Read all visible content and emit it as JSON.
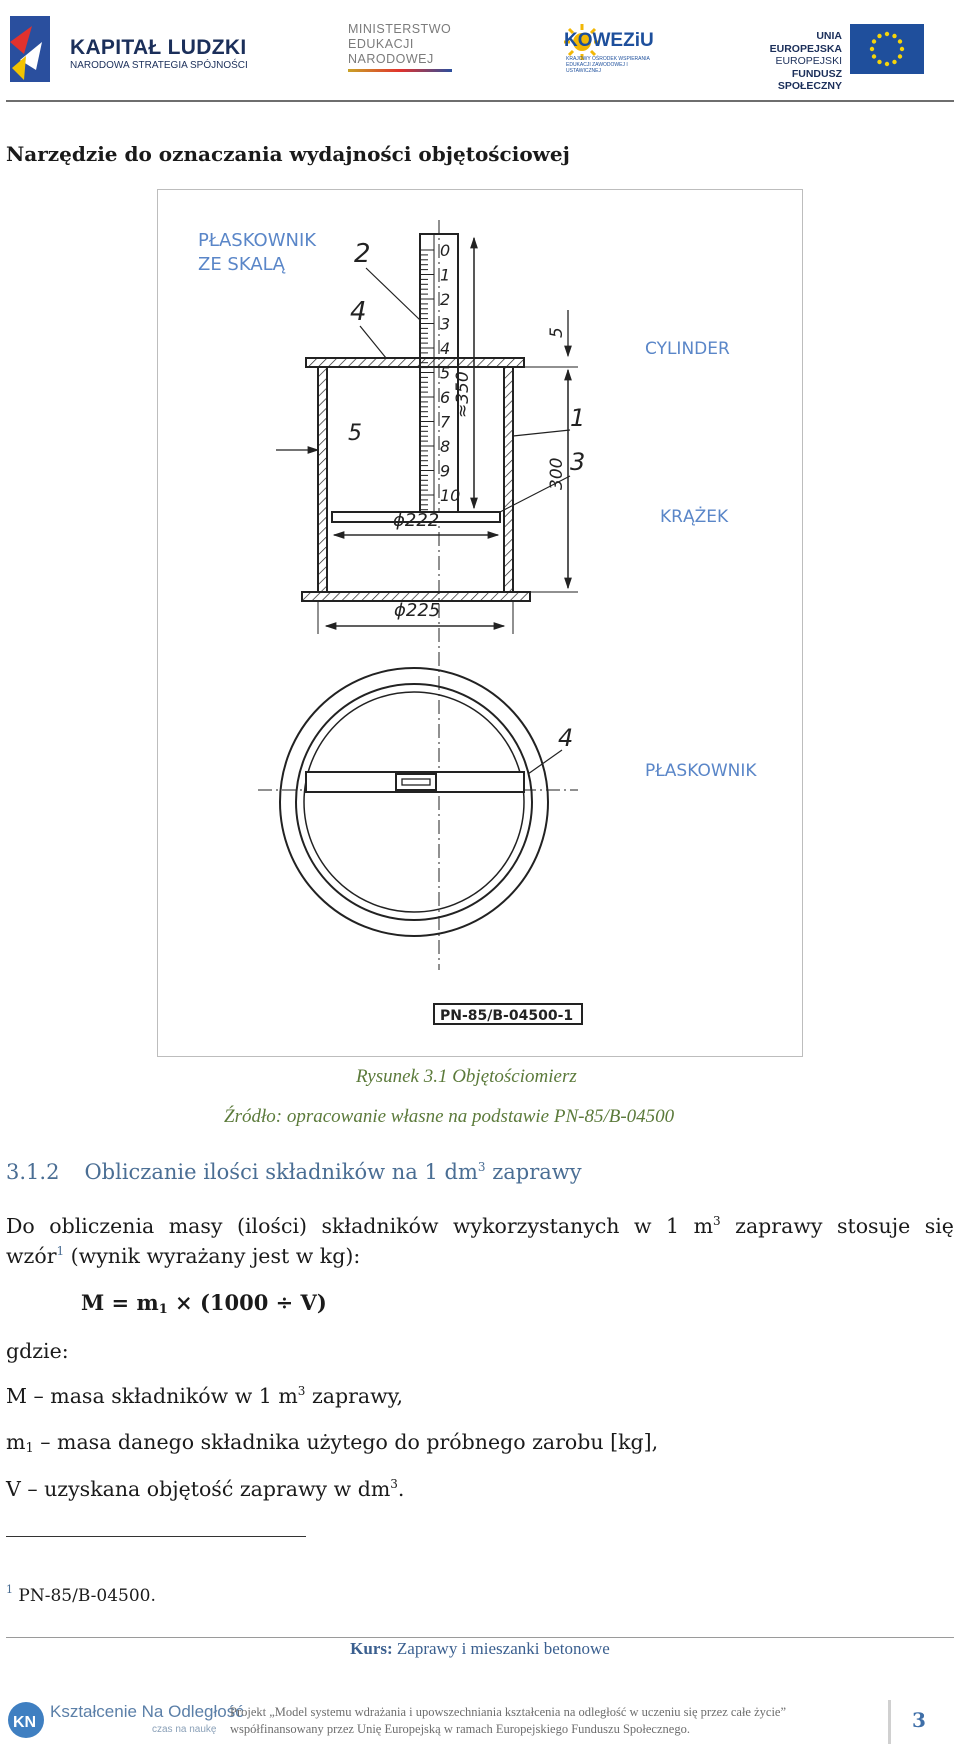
{
  "header": {
    "logo_kl_title": "KAPITAŁ LUDZKI",
    "logo_kl_sub": "NARODOWA STRATEGIA SPÓJNOŚCI",
    "logo_men_lines": [
      "MINISTERSTWO",
      "EDUKACJI",
      "NARODOWEJ"
    ],
    "logo_koweziu_title": "KOWEZiU",
    "logo_koweziu_sub": "KRAJOWY OŚRODEK WSPIERANIA EDUKACJI ZAWODOWEJ I USTAWICZNEJ",
    "logo_eu_lines": [
      "UNIA EUROPEJSKA",
      "EUROPEJSKI",
      "FUNDUSZ SPOŁECZNY"
    ]
  },
  "document": {
    "heading": "Narzędzie do oznaczania wydajności objętościowej",
    "figure": {
      "labels": {
        "plaskownik_ze_skala": [
          "PŁASKOWNIK",
          "ZE SKALĄ"
        ],
        "cylinder": "CYLINDER",
        "krazek": "KRĄŻEK",
        "plaskownik": "PŁASKOWNIK"
      },
      "scale_numbers": [
        "0",
        "1",
        "2",
        "3",
        "4",
        "5",
        "6",
        "7",
        "8",
        "9",
        "10"
      ],
      "callouts": [
        "2",
        "4",
        "5",
        "1",
        "3",
        "5",
        "4"
      ],
      "dimensions": {
        "d222": "ϕ222",
        "d225": "ϕ225",
        "h350": "≈350",
        "h300": "300"
      },
      "standard_stamp": "PN-85/B-04500-1"
    },
    "caption": "Rysunek 3.1 Objętościomierz",
    "source": "Źródło: opracowanie własne na podstawie PN-85/B-04500",
    "section_number": "3.1.2",
    "section_title_pre": "Obliczanie ilości składników na 1 dm",
    "section_title_sup": "3",
    "section_title_post": " zaprawy",
    "para1_line1_pre": "Do obliczenia masy (ilości) składników wykorzystanych w 1 m",
    "para1_line1_sup": "3",
    "para1_line1_post": " zaprawy stosuje się",
    "para1_line2_pre": "wzór",
    "para1_line2_fn": "1",
    "para1_line2_post": " (wynik wyrażany jest w kg):",
    "formula": {
      "lhs": "M = m",
      "sub": "1",
      "rhs": " × (1000 ÷ V)"
    },
    "where": "gdzie:",
    "def1_pre": "M – masa składników w 1 m",
    "def1_sup": "3",
    "def1_post": " zaprawy,",
    "def2_pre": "m",
    "def2_sub": "1",
    "def2_post": " – masa danego składnika użytego do próbnego zarobu [kg],",
    "def3_pre": "V – uzyskana objętość zaprawy w dm",
    "def3_sup": "3",
    "def3_post": ".",
    "footnote_mark": "1",
    "footnote_text": " PN-85/B-04500."
  },
  "footer": {
    "course_label": "Kurs:",
    "course_name": " Zaprawy i mieszanki betonowe",
    "kno_logo_title": "Kształcenie Na Odległość",
    "kno_logo_sub": "czas na naukę",
    "project_line1": "Projekt „Model systemu wdrażania i upowszechniania kształcenia na odległość w uczeniu się przez całe życie”",
    "project_line2": "współfinansowany przez Unię Europejską w ramach Europejskiego Funduszu Społecznego.",
    "page_number": "3"
  },
  "colors": {
    "header_navy": "#1b2f5a",
    "caption_green": "#5b7a3a",
    "section_blue": "#4a6e94",
    "figure_label_blue": "#5a86c8",
    "eu_blue": "#1f4f9c",
    "eu_star_yellow": "#f5d40a"
  }
}
